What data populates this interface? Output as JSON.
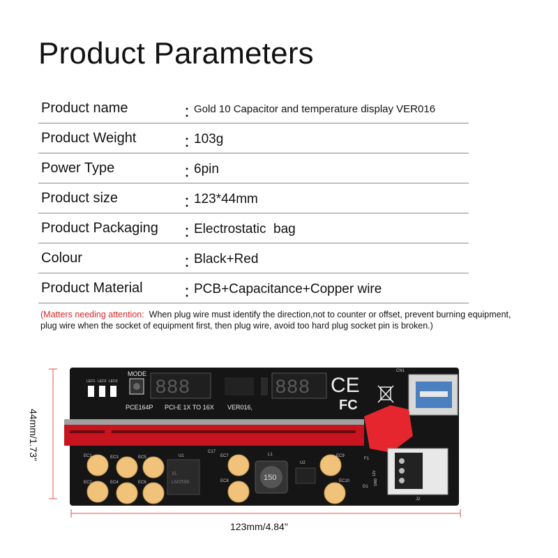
{
  "title": "Product Parameters",
  "params": [
    {
      "label": "Product name",
      "value": "Gold 10 Capacitor and temperature display VER016"
    },
    {
      "label": "Product Weight",
      "value": "103g"
    },
    {
      "label": "Power Type",
      "value": "6pin"
    },
    {
      "label": "Product size",
      "value": "123*44mm"
    },
    {
      "label": "Product Packaging",
      "value": "Electrostatic  bag"
    },
    {
      "label": "Colour",
      "value": "Black+Red"
    },
    {
      "label": "Product Material",
      "value": "PCB+Capacitance+Copper wire"
    }
  ],
  "colon": "：",
  "note": {
    "open": "(",
    "highlight": "Matters needing attention:",
    "text": "  When plug wire must identify the direction,not to counter or offset, prevent burning equipment, plug wire when the socket of equipment first, then plug wire, avoid too hard plug socket pin is broken.)"
  },
  "board": {
    "mode_label": "MODE",
    "model_label": "PCE164P",
    "pcie_label": "PCI-E 1X TO 16X",
    "version_label": "VER016,",
    "ce_mark": "CE",
    "fc_mark": "FC",
    "cn1": "CN1",
    "j2": "J2",
    "l1": "L1",
    "u1": "U1",
    "u2": "U2",
    "f1": "F1",
    "d1": "D1",
    "inductor": "150",
    "chip": "LM2596",
    "chip_brand": "XL",
    "pin12v": "12V",
    "pingnd": "GND",
    "led_labels": [
      "LED1",
      "LED2",
      "LED3"
    ],
    "caps": [
      "EC1",
      "EC2",
      "EC3",
      "EC4",
      "EC5",
      "EC6",
      "EC7",
      "EC8",
      "EC9",
      "EC10"
    ],
    "c17": "C17"
  },
  "dim_height": "44mm/1.73\"",
  "dim_width": "123mm/4.84\"",
  "colors": {
    "board": "#151515",
    "slot": "#c8141e",
    "gold": "#e3b75a",
    "capacitor": "#f1c37a",
    "note_highlight": "#d62828"
  }
}
